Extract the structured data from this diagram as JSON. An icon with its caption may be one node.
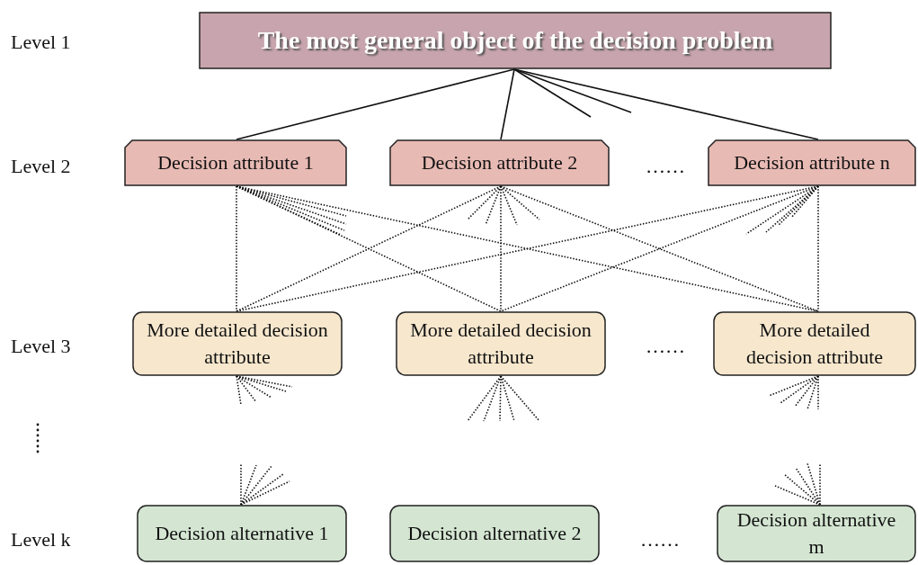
{
  "diagram": {
    "nodes": [
      {
        "text": [
          "The most general object of the decision problem"
        ]
      },
      {
        "text": [
          "Decision attribute 1"
        ]
      },
      {
        "text": [
          "Decision attribute 2"
        ]
      },
      {
        "text": [
          "Decision attribute n"
        ]
      },
      {
        "text": [
          "More detailed decision attribute"
        ]
      },
      {
        "text": [
          "More detailed decision attribute"
        ]
      },
      {
        "text": [
          "More detailed decision attribute"
        ]
      },
      {
        "text": [
          "Decision alternative 1"
        ]
      },
      {
        "text": [
          "Decision alternative 2"
        ]
      },
      {
        "text": [
          "Decision alternative m"
        ]
      }
    ],
    "edges": [
      {
        "from": 0,
        "to": 1,
        "arrow": "none"
      },
      {
        "from": 0,
        "to": 2,
        "arrow": "none"
      },
      {
        "from": 0,
        "to": 3,
        "arrow": "none"
      },
      {
        "from": 0,
        "to": null,
        "arrow": "none"
      },
      {
        "from": 0,
        "to": null,
        "arrow": "none"
      },
      {
        "from": 1,
        "to": 4,
        "arrow": "none",
        "style": "dashed"
      },
      {
        "from": 1,
        "to": 5,
        "arrow": "none",
        "style": "dashed"
      },
      {
        "from": 1,
        "to": 6,
        "arrow": "none",
        "style": "dashed"
      },
      {
        "from": 2,
        "to": 4,
        "arrow": "none",
        "style": "dashed"
      },
      {
        "from": 2,
        "to": 5,
        "arrow": "none",
        "style": "dashed"
      },
      {
        "from": 2,
        "to": 6,
        "arrow": "none",
        "style": "dashed"
      },
      {
        "from": 3,
        "to": 4,
        "arrow": "none",
        "style": "dashed"
      },
      {
        "from": 3,
        "to": 5,
        "arrow": "none",
        "style": "dashed"
      },
      {
        "from": 3,
        "to": 6,
        "arrow": "none",
        "style": "dashed"
      },
      {
        "from": 1,
        "to": null,
        "arrow": "none",
        "style": "dashed"
      },
      {
        "from": 1,
        "to": null,
        "arrow": "none",
        "style": "dashed"
      },
      {
        "from": 1,
        "to": null,
        "arrow": "none",
        "style": "dashed"
      },
      {
        "from": 1,
        "to": null,
        "arrow": "none",
        "style": "dashed"
      },
      {
        "from": 2,
        "to": null,
        "arrow": "none",
        "style": "dashed"
      },
      {
        "from": 2,
        "to": null,
        "arrow": "none",
        "style": "dashed"
      },
      {
        "from": 2,
        "to": null,
        "arrow": "none",
        "style": "dashed"
      },
      {
        "from": 2,
        "to": null,
        "arrow": "none",
        "style": "dashed"
      },
      {
        "from": 3,
        "to": null,
        "arrow": "none",
        "style": "dashed"
      },
      {
        "from": 3,
        "to": null,
        "arrow": "none",
        "style": "dashed"
      },
      {
        "from": 3,
        "to": null,
        "arrow": "none",
        "style": "dashed"
      },
      {
        "from": 3,
        "to": null,
        "arrow": "none",
        "style": "dashed"
      },
      {
        "from": 4,
        "to": null,
        "arrow": "none",
        "style": "dashed"
      },
      {
        "from": 4,
        "to": null,
        "arrow": "none",
        "style": "dashed"
      },
      {
        "from": 4,
        "to": null,
        "arrow": "none",
        "style": "dashed"
      },
      {
        "from": 4,
        "to": null,
        "arrow": "none",
        "style": "dashed"
      },
      {
        "from": 4,
        "to": null,
        "arrow": "none",
        "style": "dashed"
      },
      {
        "from": 5,
        "to": null,
        "arrow": "none",
        "style": "dashed"
      },
      {
        "from": 5,
        "to": null,
        "arrow": "none",
        "style": "dashed"
      },
      {
        "from": 5,
        "to": null,
        "arrow": "none",
        "style": "dashed"
      },
      {
        "from": 5,
        "to": null,
        "arrow": "none",
        "style": "dashed"
      },
      {
        "from": 5,
        "to": null,
        "arrow": "none",
        "style": "dashed"
      },
      {
        "from": 6,
        "to": null,
        "arrow": "none",
        "style": "dashed"
      },
      {
        "from": 6,
        "to": null,
        "arrow": "none",
        "style": "dashed"
      },
      {
        "from": 6,
        "to": null,
        "arrow": "none",
        "style": "dashed"
      },
      {
        "from": 6,
        "to": null,
        "arrow": "none",
        "style": "dashed"
      },
      {
        "from": 6,
        "to": null,
        "arrow": "none",
        "style": "dashed"
      },
      {
        "from": 7,
        "to": null,
        "arrow": "none",
        "style": "dashed"
      },
      {
        "from": 7,
        "to": null,
        "arrow": "none",
        "style": "dashed"
      },
      {
        "from": 7,
        "to": null,
        "arrow": "none",
        "style": "dashed"
      },
      {
        "from": 7,
        "to": null,
        "arrow": "none",
        "style": "dashed"
      },
      {
        "from": 7,
        "to": null,
        "arrow": "none",
        "style": "dashed"
      },
      {
        "from": 9,
        "to": null,
        "arrow": "none",
        "style": "dashed"
      },
      {
        "from": 9,
        "to": null,
        "arrow": "none",
        "style": "dashed"
      },
      {
        "from": 9,
        "to": null,
        "arrow": "none",
        "style": "dashed"
      },
      {
        "from": 9,
        "to": null,
        "arrow": "none",
        "style": "dashed"
      },
      {
        "from": 9,
        "to": null,
        "arrow": "none",
        "style": "dashed"
      }
    ],
    "labels": [
      "Level 1",
      "Level 2",
      "……",
      "Level 3",
      "……",
      "Level k",
      "……"
    ]
  }
}
